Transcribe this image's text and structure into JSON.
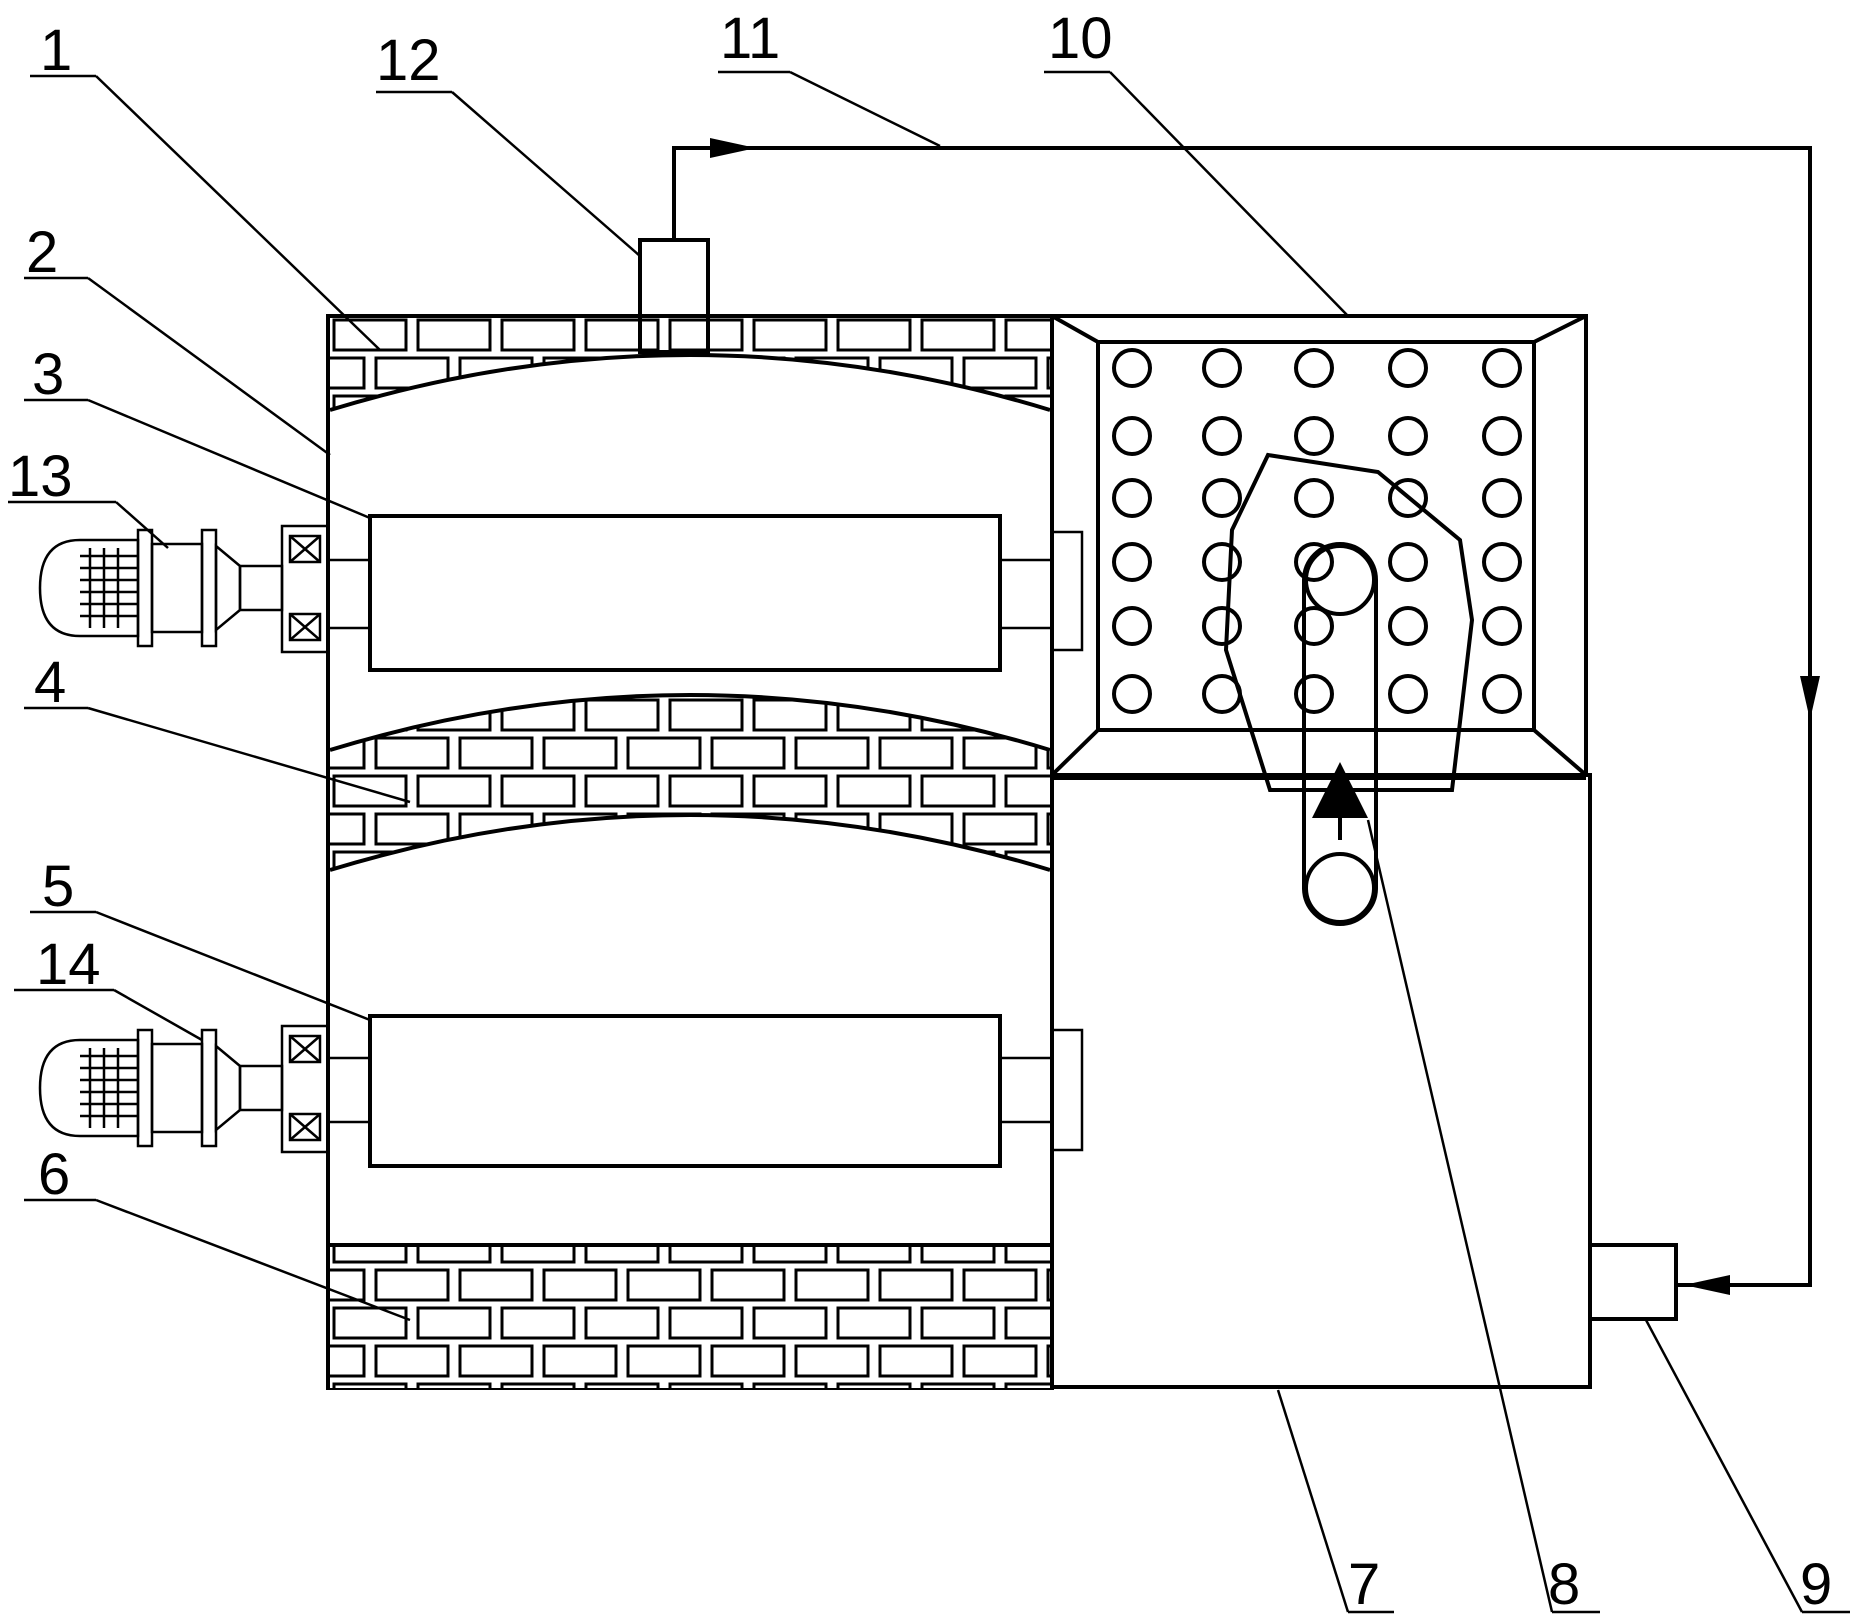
{
  "callouts": [
    {
      "id": "1",
      "text": "1"
    },
    {
      "id": "2",
      "text": "2"
    },
    {
      "id": "3",
      "text": "3"
    },
    {
      "id": "4",
      "text": "4"
    },
    {
      "id": "5",
      "text": "5"
    },
    {
      "id": "6",
      "text": "6"
    },
    {
      "id": "7",
      "text": "7"
    },
    {
      "id": "8",
      "text": "8"
    },
    {
      "id": "9",
      "text": "9"
    },
    {
      "id": "10",
      "text": "10"
    },
    {
      "id": "11",
      "text": "11"
    },
    {
      "id": "12",
      "text": "12"
    },
    {
      "id": "13",
      "text": "13"
    },
    {
      "id": "14",
      "text": "14"
    }
  ],
  "colors": {
    "ink": "#000000",
    "paper": "#ffffff"
  }
}
